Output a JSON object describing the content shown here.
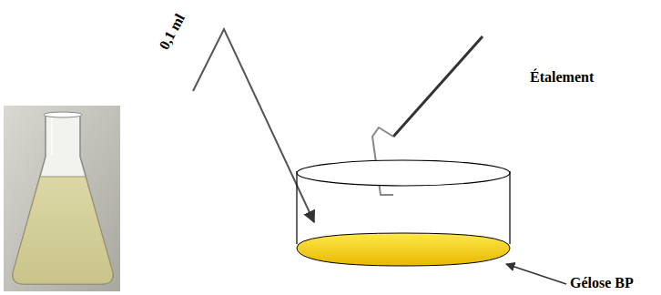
{
  "diagram": {
    "labels": [
      "0,1 ml",
      "Étalement",
      "Gélose BP"
    ]
  }
}
